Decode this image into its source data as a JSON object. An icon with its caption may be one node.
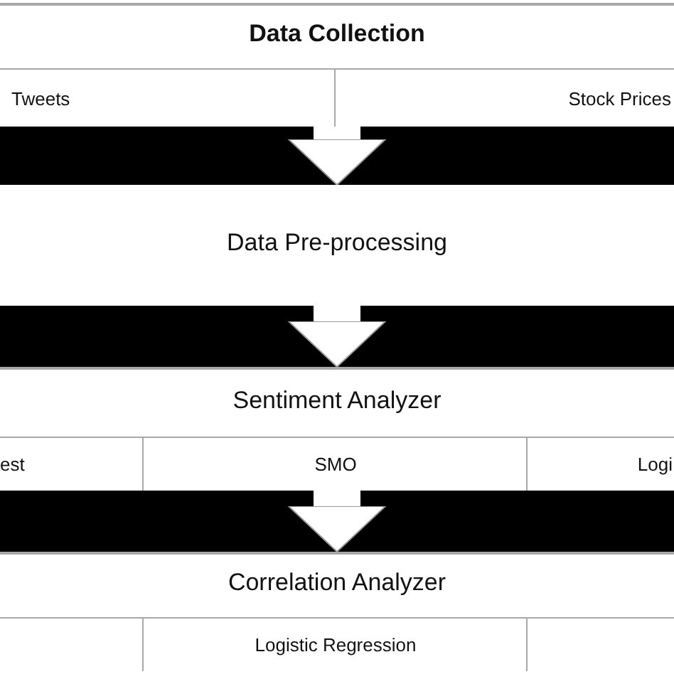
{
  "diagram": {
    "nodes": [
      {
        "text": [
          "Data Collection"
        ]
      },
      {
        "text": [
          "Tweets"
        ],
        "in": 0
      },
      {
        "text": [
          "Stock Prices"
        ],
        "in": 0
      },
      {
        "text": [
          "Data Pre-processing"
        ]
      },
      {
        "text": [
          "Sentiment Analyzer"
        ]
      },
      {
        "text": [
          "est"
        ],
        "in": 4
      },
      {
        "text": [
          "SMO"
        ],
        "in": 4
      },
      {
        "text": [
          "Logi"
        ],
        "in": 4
      },
      {
        "text": [
          "Correlation Analyzer"
        ]
      },
      {
        "text": [],
        "shape": "box",
        "in": 8
      },
      {
        "text": [
          "Logistic Regression"
        ],
        "in": 8
      },
      {
        "text": [],
        "shape": "box",
        "in": 8
      }
    ],
    "edges": [
      {
        "from": 0,
        "to": 3,
        "arrow": "to"
      },
      {
        "from": 3,
        "to": 4,
        "arrow": "to"
      },
      {
        "from": 4,
        "to": 8,
        "arrow": "to"
      }
    ]
  }
}
